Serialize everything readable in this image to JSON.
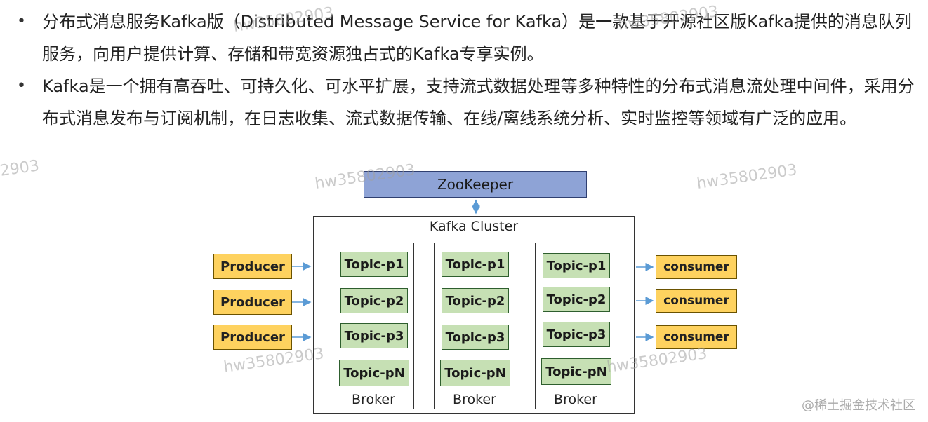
{
  "bullets": [
    "分布式消息服务Kafka版（Distributed Message Service for Kafka）是一款基于开源社区版Kafka提供的消息队列服务，向用户提供计算、存储和带宽资源独占式的Kafka专享实例。",
    "Kafka是一个拥有高吞吐、可持久化、可水平扩展，支持流式数据处理等多种特性的分布式消息流处理中间件，采用分布式消息发布与订阅机制，在日志收集、流式数据传输、在线/离线系统分析、实时监控等领域有广泛的应用。"
  ],
  "bullet_marker": "•",
  "diagram": {
    "zookeeper": "ZooKeeper",
    "cluster": "Kafka Cluster",
    "brokers": [
      {
        "label": "Broker",
        "topics": [
          "Topic-p1",
          "Topic-p2",
          "Topic-p3",
          "Topic-pN"
        ]
      },
      {
        "label": "Broker",
        "topics": [
          "Topic-p1",
          "Topic-p2",
          "Topic-p3",
          "Topic-pN"
        ]
      },
      {
        "label": "Broker",
        "topics": [
          "Topic-p1",
          "Topic-p2",
          "Topic-p3",
          "Topic-pN"
        ]
      }
    ],
    "producers": [
      "Producer",
      "Producer",
      "Producer"
    ],
    "consumers": [
      "consumer",
      "consumer",
      "consumer"
    ]
  },
  "watermark": "hw35802903",
  "watermark_partial": "2903",
  "credit": "@稀土掘金技术社区",
  "colors": {
    "zookeeper": "#8ea3d6",
    "topic": "#c6e0b4",
    "client": "#fed25f",
    "arrow": "#5b9bd5"
  }
}
